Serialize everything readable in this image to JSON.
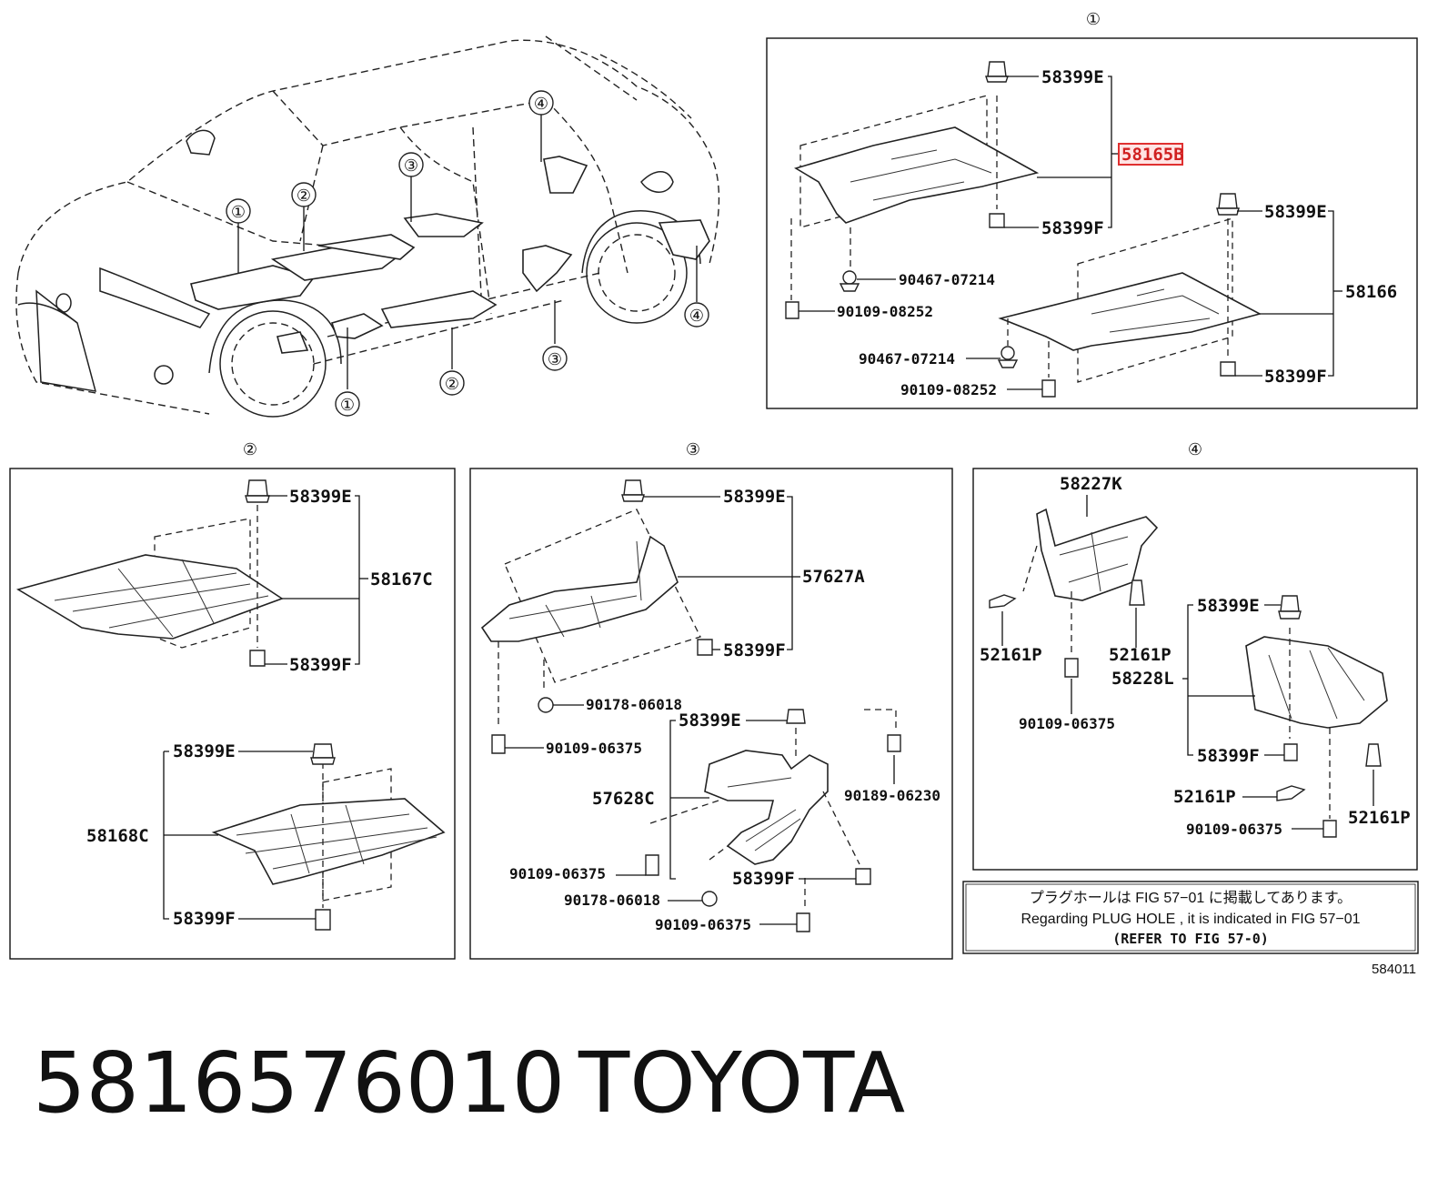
{
  "colors": {
    "highlight": "#e03030",
    "highlight_fill": "#ffe4e4"
  },
  "overview": {
    "callouts": [
      "①",
      "②",
      "③",
      "④",
      "①",
      "②",
      "③",
      "④"
    ]
  },
  "panel1": {
    "title": "①",
    "labels": {
      "clip_e": "58399E",
      "cover": "58165B",
      "clip_f": "58399F",
      "nut_a": "90467-07214",
      "bolt_a": "90109-08252",
      "clip_e2": "58399E",
      "cover2": "58166",
      "nut_b": "90467-07214",
      "bolt_b": "90109-08252",
      "clip_f2": "58399F"
    }
  },
  "panel2": {
    "title": "②",
    "labels": {
      "clip_e": "58399E",
      "cover": "58167C",
      "clip_f": "58399F",
      "clip_e2": "58399E",
      "cover2": "58168C",
      "clip_f2": "58399F"
    }
  },
  "panel3": {
    "title": "③",
    "labels": {
      "clip_e": "58399E",
      "cover": "57627A",
      "clip_f": "58399F",
      "nut_a": "90178-06018",
      "bolt_a": "90109-06375",
      "clip_e2": "58399E",
      "bolt_b": "90189-06230",
      "cover2": "57628C",
      "bolt_c": "90109-06375",
      "clip_f2": "58399F",
      "nut_b": "90178-06018",
      "bolt_d": "90109-06375"
    }
  },
  "panel4": {
    "title": "④",
    "labels": {
      "liner": "58227K",
      "clip_a": "52161P",
      "clip_b": "52161P",
      "liner2": "58228L",
      "clip_e": "58399E",
      "bolt_a": "90109-06375",
      "clip_f": "58399F",
      "clip_c": "52161P",
      "clip_d": "52161P",
      "bolt_b": "90109-06375"
    }
  },
  "note": {
    "line1": "プラグホールは FIG 57−01 に掲載してあります。",
    "line2": "Regarding PLUG HOLE , it is indicated in FIG 57−01",
    "line3": "(REFER TO FIG 57-0)"
  },
  "figure_id": "584011",
  "caption": {
    "part_number": "5816576010",
    "brand": "TOYOTA"
  }
}
